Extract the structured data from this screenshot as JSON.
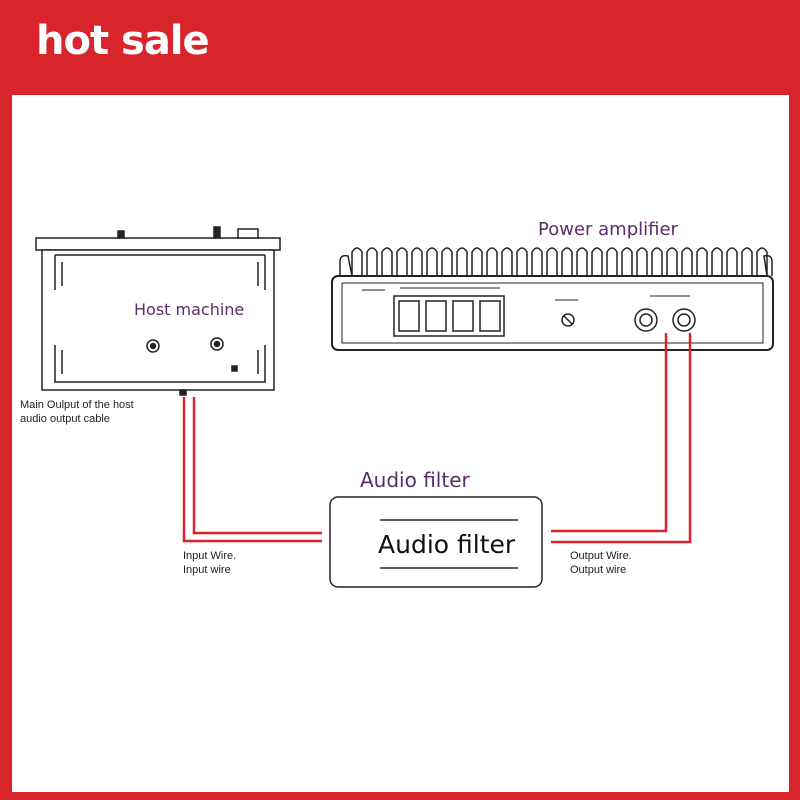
{
  "badge": {
    "text": "hot sale"
  },
  "host": {
    "title": "Host machine",
    "note_line1": "Main Oulput of the host",
    "note_line2": "audio output cable"
  },
  "amplifier": {
    "title": "Power amplifier"
  },
  "filter": {
    "title": "Audio filter",
    "box_label": "Audio filter"
  },
  "input": {
    "line1": "Input Wire.",
    "line2": "Input wire"
  },
  "output": {
    "line1": "Output Wire.",
    "line2": "Output wire"
  },
  "colors": {
    "frame": "#d8242b",
    "wire": "#e0202a",
    "line": "#222222",
    "label": "#5a2c6a"
  }
}
